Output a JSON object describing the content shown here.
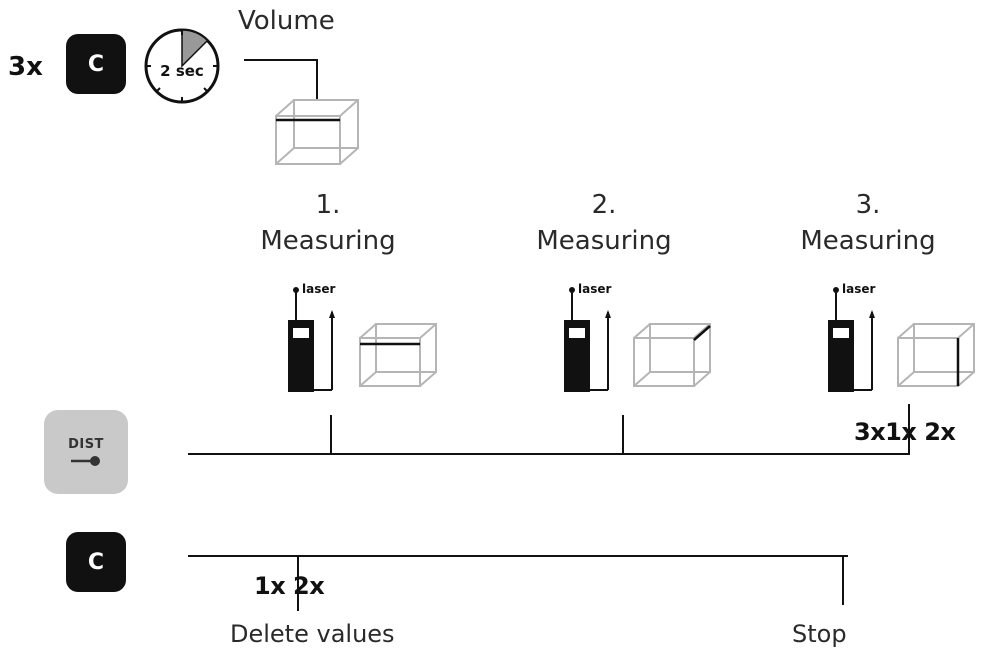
{
  "top": {
    "repeat_label": "3x",
    "clear_key_label": "C",
    "timer_label": "2 sec",
    "volume_label": "Volume"
  },
  "steps": [
    {
      "number": "1.",
      "title": "Measuring",
      "laser_label": "laser"
    },
    {
      "number": "2.",
      "title": "Measuring",
      "laser_label": "laser"
    },
    {
      "number": "3.",
      "title": "Measuring",
      "laser_label": "laser"
    }
  ],
  "dist_row": {
    "key_label": "DIST",
    "press_label": "3x1x 2x"
  },
  "clear_row": {
    "key_label": "C",
    "press_label": "1x 2x",
    "delete_label": "Delete values",
    "stop_label": "Stop"
  }
}
